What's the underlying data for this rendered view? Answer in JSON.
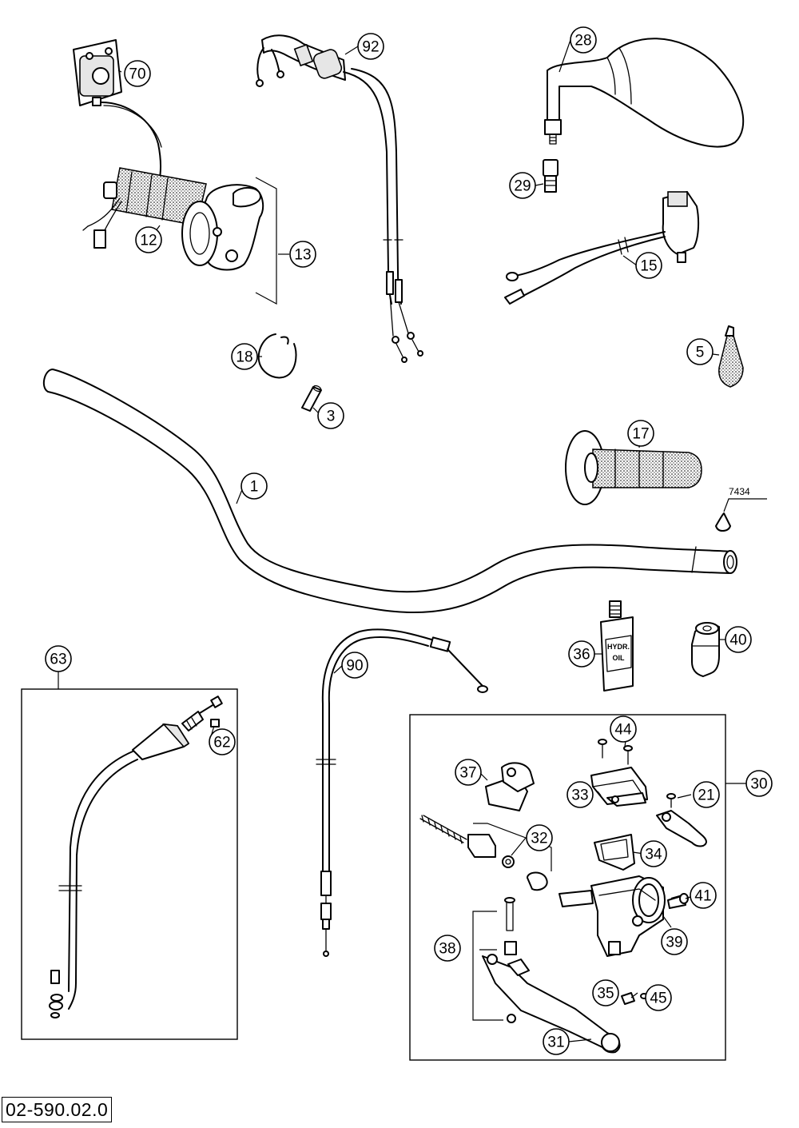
{
  "drawing_number": "02-590.02.0",
  "parts": [
    {
      "id": "part-1",
      "label": "1"
    },
    {
      "id": "part-3",
      "label": "3"
    },
    {
      "id": "part-5",
      "label": "5"
    },
    {
      "id": "part-12",
      "label": "12"
    },
    {
      "id": "part-13",
      "label": "13"
    },
    {
      "id": "part-15",
      "label": "15"
    },
    {
      "id": "part-17",
      "label": "17"
    },
    {
      "id": "part-18",
      "label": "18"
    },
    {
      "id": "part-21",
      "label": "21"
    },
    {
      "id": "part-28",
      "label": "28"
    },
    {
      "id": "part-29",
      "label": "29"
    },
    {
      "id": "part-30",
      "label": "30"
    },
    {
      "id": "part-31",
      "label": "31"
    },
    {
      "id": "part-32",
      "label": "32"
    },
    {
      "id": "part-33",
      "label": "33"
    },
    {
      "id": "part-34",
      "label": "34"
    },
    {
      "id": "part-35",
      "label": "35"
    },
    {
      "id": "part-36",
      "label": "36"
    },
    {
      "id": "part-37",
      "label": "37"
    },
    {
      "id": "part-38",
      "label": "38"
    },
    {
      "id": "part-39",
      "label": "39"
    },
    {
      "id": "part-40",
      "label": "40"
    },
    {
      "id": "part-41",
      "label": "41"
    },
    {
      "id": "part-44",
      "label": "44"
    },
    {
      "id": "part-45",
      "label": "45"
    },
    {
      "id": "part-62",
      "label": "62"
    },
    {
      "id": "part-63",
      "label": "63"
    },
    {
      "id": "part-70",
      "label": "70"
    },
    {
      "id": "part-90",
      "label": "90"
    },
    {
      "id": "part-92",
      "label": "92"
    }
  ],
  "annotations": {
    "loctite_code": "7434",
    "oil_bottle_text_1": "HYDR.",
    "oil_bottle_text_2": "OIL"
  }
}
